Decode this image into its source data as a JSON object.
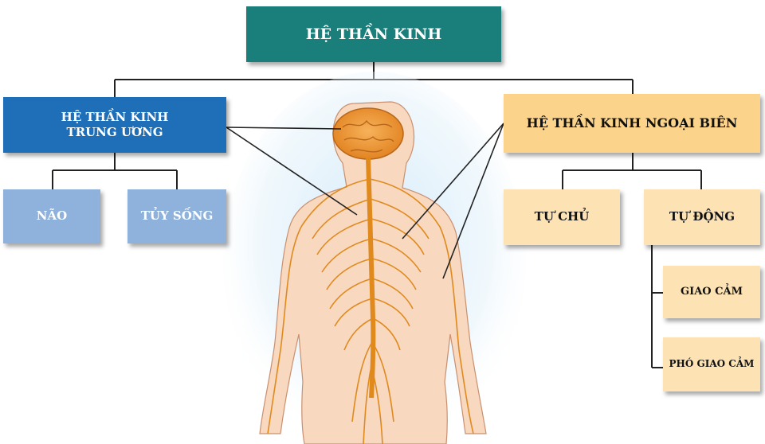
{
  "title": "HỆ THẦN KINH",
  "central": {
    "label": "HỆ THẦN KINH TRUNG ƯƠNG",
    "children": [
      "NÃO",
      "TỦY SỐNG"
    ]
  },
  "peripheral": {
    "label": "HỆ THẦN KINH NGOẠI BIÊN",
    "children": [
      "TỰ CHỦ",
      "TỰ ĐỘNG"
    ],
    "autonomic_children": [
      "GIAO CẢM",
      "PHÓ GIAO CẢM"
    ]
  },
  "colors": {
    "root": "#1a7f7a",
    "central": "#1f6fb8",
    "central_children": "#8eb2dc",
    "peripheral": "#fbd38a",
    "peripheral_children": "#fde3b4",
    "body_skin": "#f8d8bf",
    "nerves": "#e08a1e"
  },
  "illustration": "human-nervous-system-back-view"
}
